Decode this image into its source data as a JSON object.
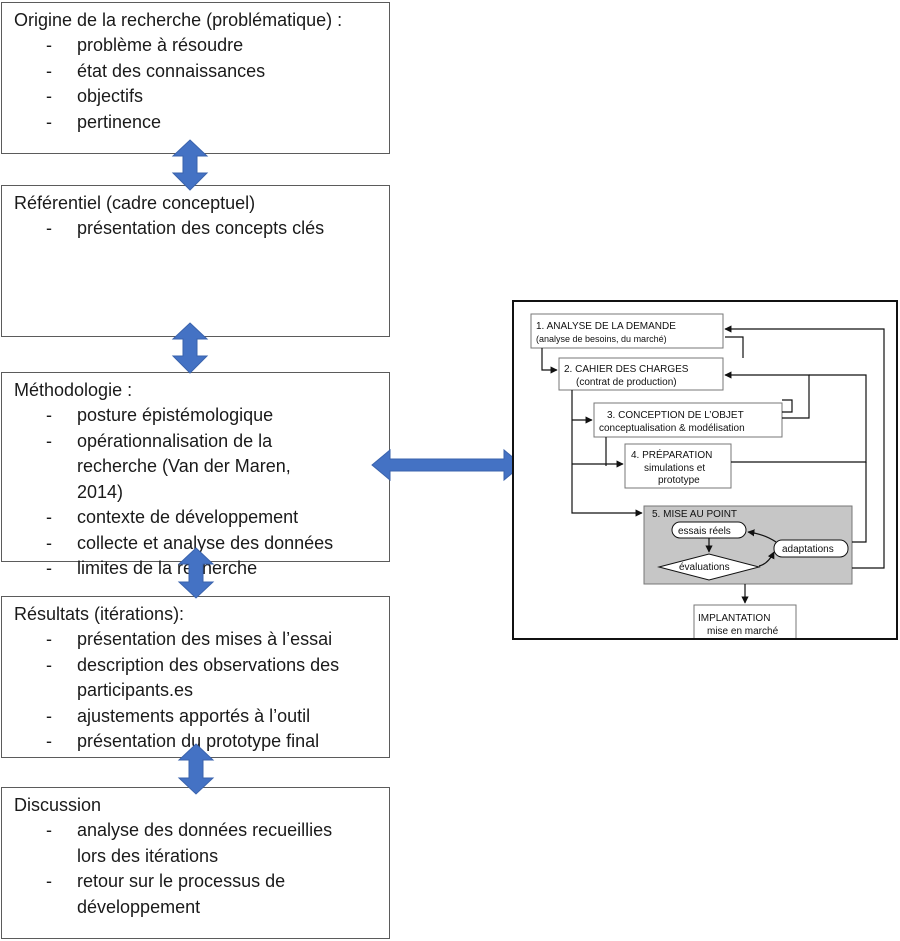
{
  "left_boxes": [
    {
      "title": "Origine de la recherche (problématique) :",
      "items": [
        "problème à résoudre",
        "état des connaissances",
        "objectifs",
        "pertinence"
      ]
    },
    {
      "title": "Référentiel (cadre conceptuel)",
      "items": [
        "présentation des concepts clés"
      ]
    },
    {
      "title": "Méthodologie :",
      "items": [
        "posture épistémologique",
        "opérationnalisation de la recherche (Van der Maren, 2014)",
        "contexte de développement",
        "collecte et analyse des données",
        "limites de la recherche"
      ]
    },
    {
      "title": "Résultats (itérations):",
      "items": [
        "présentation des mises à l’essai",
        "description des observations des participants.es",
        "ajustements apportés à l’outil",
        "présentation du prototype final"
      ]
    },
    {
      "title": "Discussion",
      "items": [
        "analyse des données recueillies lors des itérations",
        "retour sur le processus de développement"
      ]
    }
  ],
  "dash": "-",
  "model": {
    "step1": {
      "title": "1. ANALYSE DE LA DEMANDE",
      "sub": "(analyse de besoins, du marché)"
    },
    "step2": {
      "title": "2. CAHIER DES CHARGES",
      "sub": "(contrat de production)"
    },
    "step3": {
      "title": "3. CONCEPTION DE L’OBJET",
      "sub": "conceptualisation & modélisation"
    },
    "step4": {
      "title": "4. PRÉPARATION",
      "sub1": "simulations et",
      "sub2": "prototype"
    },
    "step5": {
      "title": "5. MISE AU POINT",
      "essais": "essais réels",
      "evaluations": "évaluations",
      "adaptations": "adaptations"
    },
    "implantation": {
      "title": "IMPLANTATION",
      "sub": "mise en marché"
    }
  },
  "colors": {
    "arrow": "#4472c4",
    "step5_bg": "#c6c6c6",
    "border": "#5b5b5b"
  }
}
